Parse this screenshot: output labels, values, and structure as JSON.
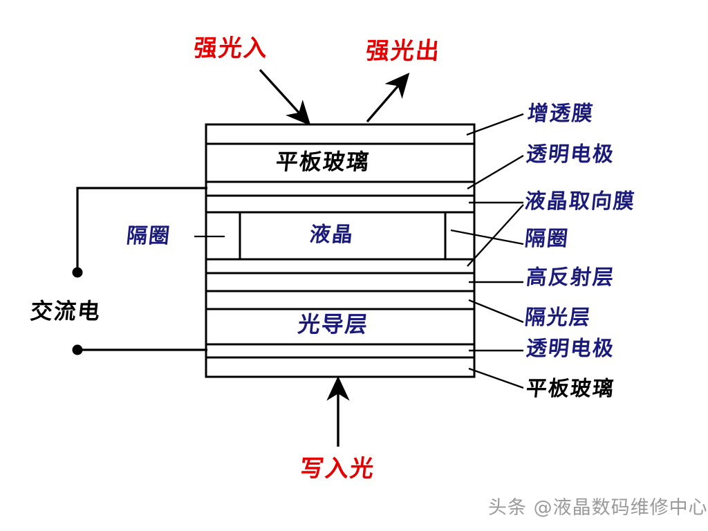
{
  "diagram": {
    "title_text_top_in": "强光入",
    "title_text_top_out": "强光出",
    "title_text_bottom": "写入光",
    "ac_label": "交流电",
    "left_spacer_label": "隔圈",
    "inner_labels": {
      "top_glass": "平板玻璃",
      "liquid_crystal": "液晶",
      "photoconductor": "光导层"
    },
    "right_labels": [
      {
        "text": "增透膜",
        "color": "#1a1a7a"
      },
      {
        "text": "透明电极",
        "color": "#1a1a7a"
      },
      {
        "text": "液晶取向膜",
        "color": "#1a1a7a"
      },
      {
        "text": "隔圈",
        "color": "#1a1a7a"
      },
      {
        "text": "高反射层",
        "color": "#1a1a7a"
      },
      {
        "text": "隔光层",
        "color": "#1a1a7a"
      },
      {
        "text": "透明电极",
        "color": "#1a1a7a"
      },
      {
        "text": "平板玻璃",
        "color": "#000000"
      }
    ],
    "colors": {
      "stroke": "#000000",
      "blue": "#1a1a7a",
      "red": "#e60000",
      "watermark": "#9a9a9a",
      "background": "#ffffff"
    }
  },
  "watermark": {
    "text": "头条 @液晶数码维修中心"
  }
}
